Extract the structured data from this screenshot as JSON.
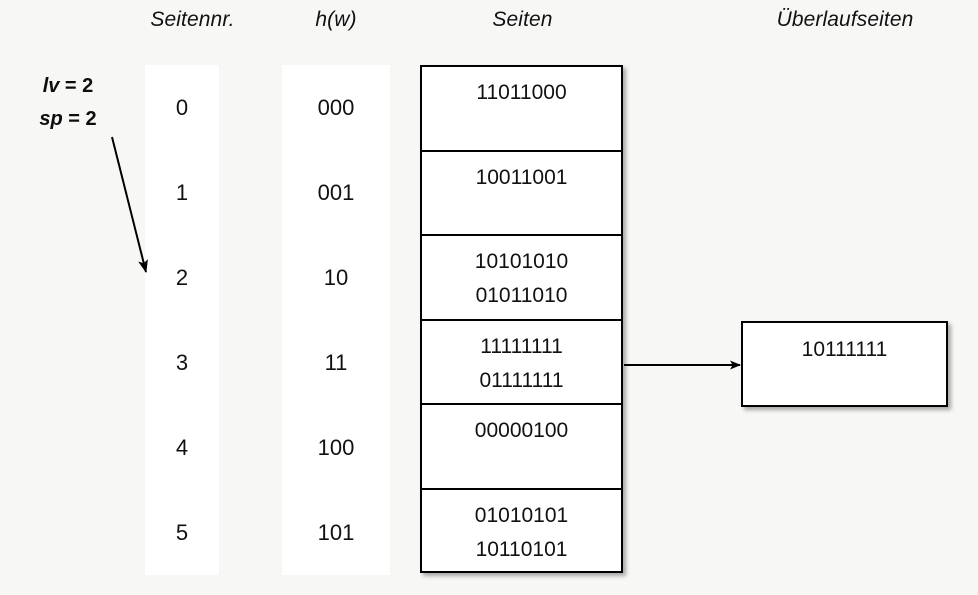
{
  "headers": {
    "seitennr": "Seitennr.",
    "hw": "h(w)",
    "seiten": "Seiten",
    "ueberlaufseiten": "Überlaufseiten"
  },
  "params": {
    "lv_label": "lv",
    "lv_text": " = 2",
    "sp_label": "sp",
    "sp_text": " = 2",
    "lv_full": "lv = 2",
    "sp_full": "sp = 2"
  },
  "page_numbers": [
    "0",
    "1",
    "2",
    "3",
    "4",
    "5"
  ],
  "hash_values": [
    "000",
    "001",
    "10",
    "11",
    "100",
    "101"
  ],
  "pages": [
    {
      "index": "0",
      "records": [
        "11011000"
      ]
    },
    {
      "index": "1",
      "records": [
        "10011001"
      ]
    },
    {
      "index": "2",
      "records": [
        "10101010",
        "01011010"
      ]
    },
    {
      "index": "3",
      "records": [
        "11111111",
        "01111111"
      ]
    },
    {
      "index": "4",
      "records": [
        "00000100"
      ]
    },
    {
      "index": "5",
      "records": [
        "01010101",
        "10110101"
      ]
    }
  ],
  "overflow_pages": [
    {
      "from_page": "3",
      "records": [
        "10111111"
      ]
    }
  ],
  "arrows": [
    {
      "name": "split-pointer-arrow",
      "from": "sp-label",
      "to": "page-2"
    },
    {
      "name": "overflow-chain-arrow",
      "from": "page-3",
      "to": "overflow-page-0"
    }
  ],
  "colors": {
    "background": "#f7f7f6",
    "panel": "#ffffff",
    "stroke": "#000000",
    "text": "#111111"
  }
}
